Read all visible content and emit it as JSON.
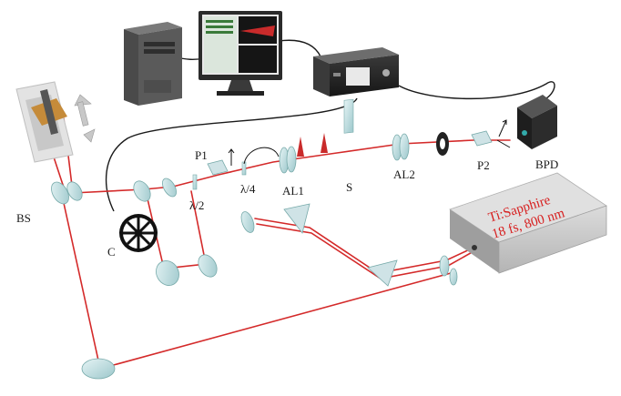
{
  "labels": {
    "p1": "P1",
    "half_wave": "λ/2",
    "quarter_wave": "λ/4",
    "al1": "AL1",
    "s": "S",
    "al2": "AL2",
    "p2": "P2",
    "bpd": "BPD",
    "bs": "BS",
    "c": "C"
  },
  "laser": {
    "line1": "Ti:Sapphire",
    "line2": "18 fs, 800 nm"
  },
  "colors": {
    "beam": "#d42a2a",
    "cable": "#1a1a1a",
    "optic": "#bcdde0",
    "laser_box": "#c9c9c9",
    "laser_text": "#d71f1f"
  },
  "icons": [
    "computer-tower-icon",
    "monitor-icon",
    "oscilloscope-icon",
    "photodetector-icon",
    "delay-stage-icon",
    "chopper-icon",
    "prism-icon",
    "mirror-icon",
    "lens-icon",
    "iris-icon",
    "polarizer-icon"
  ]
}
